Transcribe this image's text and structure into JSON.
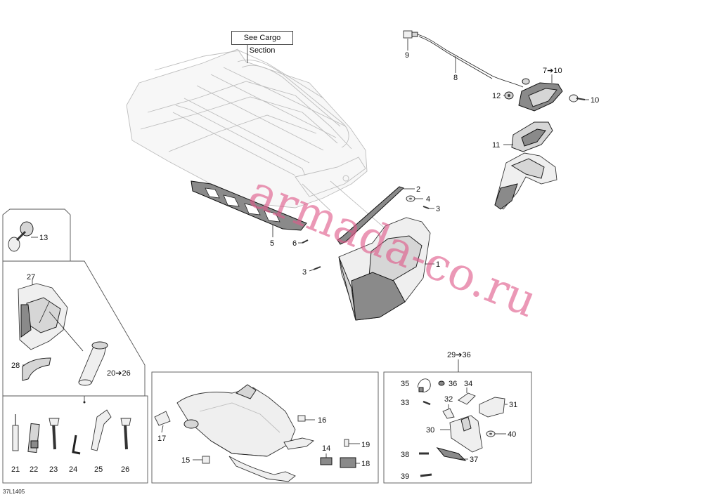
{
  "reference_note": "See Cargo Section",
  "watermark": "armada-co.ru",
  "drawing_code": "37L1405",
  "callouts": {
    "c1": "1",
    "c2": "2",
    "c3a": "3",
    "c3b": "3",
    "c4": "4",
    "c5": "5",
    "c6": "6",
    "c7_10": "7➔10",
    "c8": "8",
    "c9": "9",
    "c10": "10",
    "c11": "11",
    "c12": "12",
    "c13": "13",
    "c14": "14",
    "c15": "15",
    "c16": "16",
    "c17": "17",
    "c18": "18",
    "c19": "19",
    "c20_26": "20➔26",
    "c21": "21",
    "c22": "22",
    "c23": "23",
    "c24": "24",
    "c25": "25",
    "c26": "26",
    "c27": "27",
    "c28": "28",
    "c29_36": "29➔36",
    "c30": "30",
    "c31": "31",
    "c32": "32",
    "c33": "33",
    "c34": "34",
    "c35": "35",
    "c36": "36",
    "c37": "37",
    "c38": "38",
    "c39": "39",
    "c40": "40"
  }
}
